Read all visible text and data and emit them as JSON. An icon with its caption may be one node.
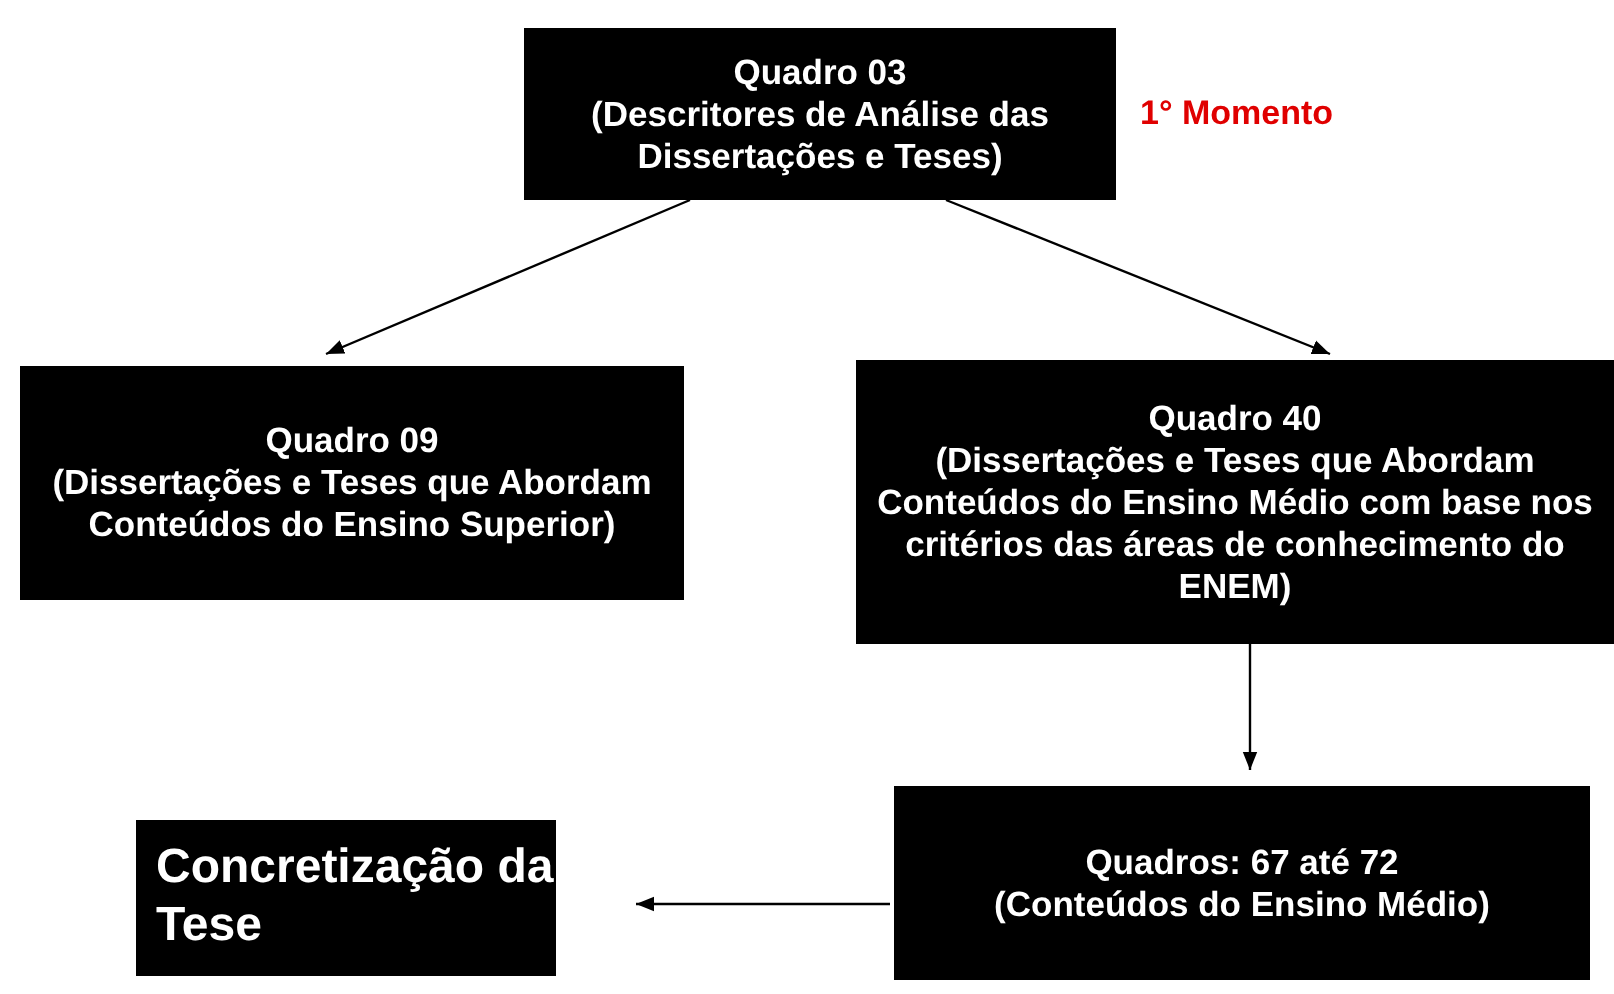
{
  "diagram": {
    "nodes": [
      {
        "text": [
          "Quadro 03",
          "(Descritores de Análise das Dissertações e Teses)"
        ]
      },
      {
        "text": [
          "Quadro 09",
          "(Dissertações e Teses que Abordam Conteúdos do Ensino Superior)"
        ]
      },
      {
        "text": [
          "Quadro 40",
          "(Dissertações e Teses que Abordam Conteúdos do Ensino Médio com base nos critérios das áreas de conhecimento do ENEM)"
        ]
      },
      {
        "text": [
          "Quadros: 67 até 72",
          "(Conteúdos do Ensino Médio)"
        ]
      },
      {
        "text": [
          "Concretização da Tese"
        ]
      }
    ],
    "edges": [
      {
        "from": 0,
        "to": 1,
        "arrow": "to"
      },
      {
        "from": 0,
        "to": 2,
        "arrow": "to"
      },
      {
        "from": 2,
        "to": 3,
        "arrow": "to"
      },
      {
        "from": 3,
        "to": 4,
        "arrow": "to"
      }
    ],
    "labels": [
      "1° Momento"
    ]
  }
}
